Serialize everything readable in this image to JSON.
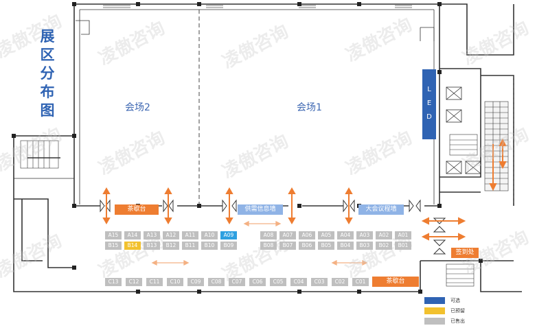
{
  "title": "展区分布图",
  "watermark": "凌傲咨询",
  "halls": {
    "hall2": "会场2",
    "hall1": "会场1"
  },
  "led": [
    "L",
    "E",
    "D"
  ],
  "tags": {
    "tea_top": "茶歇台",
    "supply_demand": "供需信息墙",
    "conference_wall": "大会议程墙",
    "checkin": "签到处",
    "tea_bottom": "茶歇台"
  },
  "booths": {
    "row_a": [
      "A15",
      "A14",
      "A13",
      "A12",
      "A11",
      "A10",
      "A09"
    ],
    "row_b": [
      "B15",
      "B14",
      "B13",
      "B12",
      "B11",
      "B10",
      "B09"
    ],
    "row_a2": [
      "A08",
      "A07",
      "A06",
      "A05",
      "A04",
      "A03",
      "A02",
      "A01"
    ],
    "row_b2": [
      "B08",
      "B07",
      "B06",
      "B05",
      "B04",
      "B03",
      "B02",
      "B01"
    ],
    "row_c": [
      "C13",
      "C12",
      "C11",
      "C10",
      "C09",
      "C08",
      "C07",
      "C06",
      "C05",
      "C04",
      "C03",
      "C02",
      "C01"
    ]
  },
  "status_booths": {
    "available": "A09",
    "reserved": "B14"
  },
  "legend": [
    {
      "label": "可选",
      "color": "#2f63b3"
    },
    {
      "label": "已预留",
      "color": "#f2c12e"
    },
    {
      "label": "已售出",
      "color": "#bfbfbf"
    }
  ],
  "colors": {
    "available": "#2ea0e0",
    "reserved": "#f2c12e",
    "sold": "#bfbfbf",
    "orange": "#ee7d31",
    "title": "#2f63b3"
  }
}
